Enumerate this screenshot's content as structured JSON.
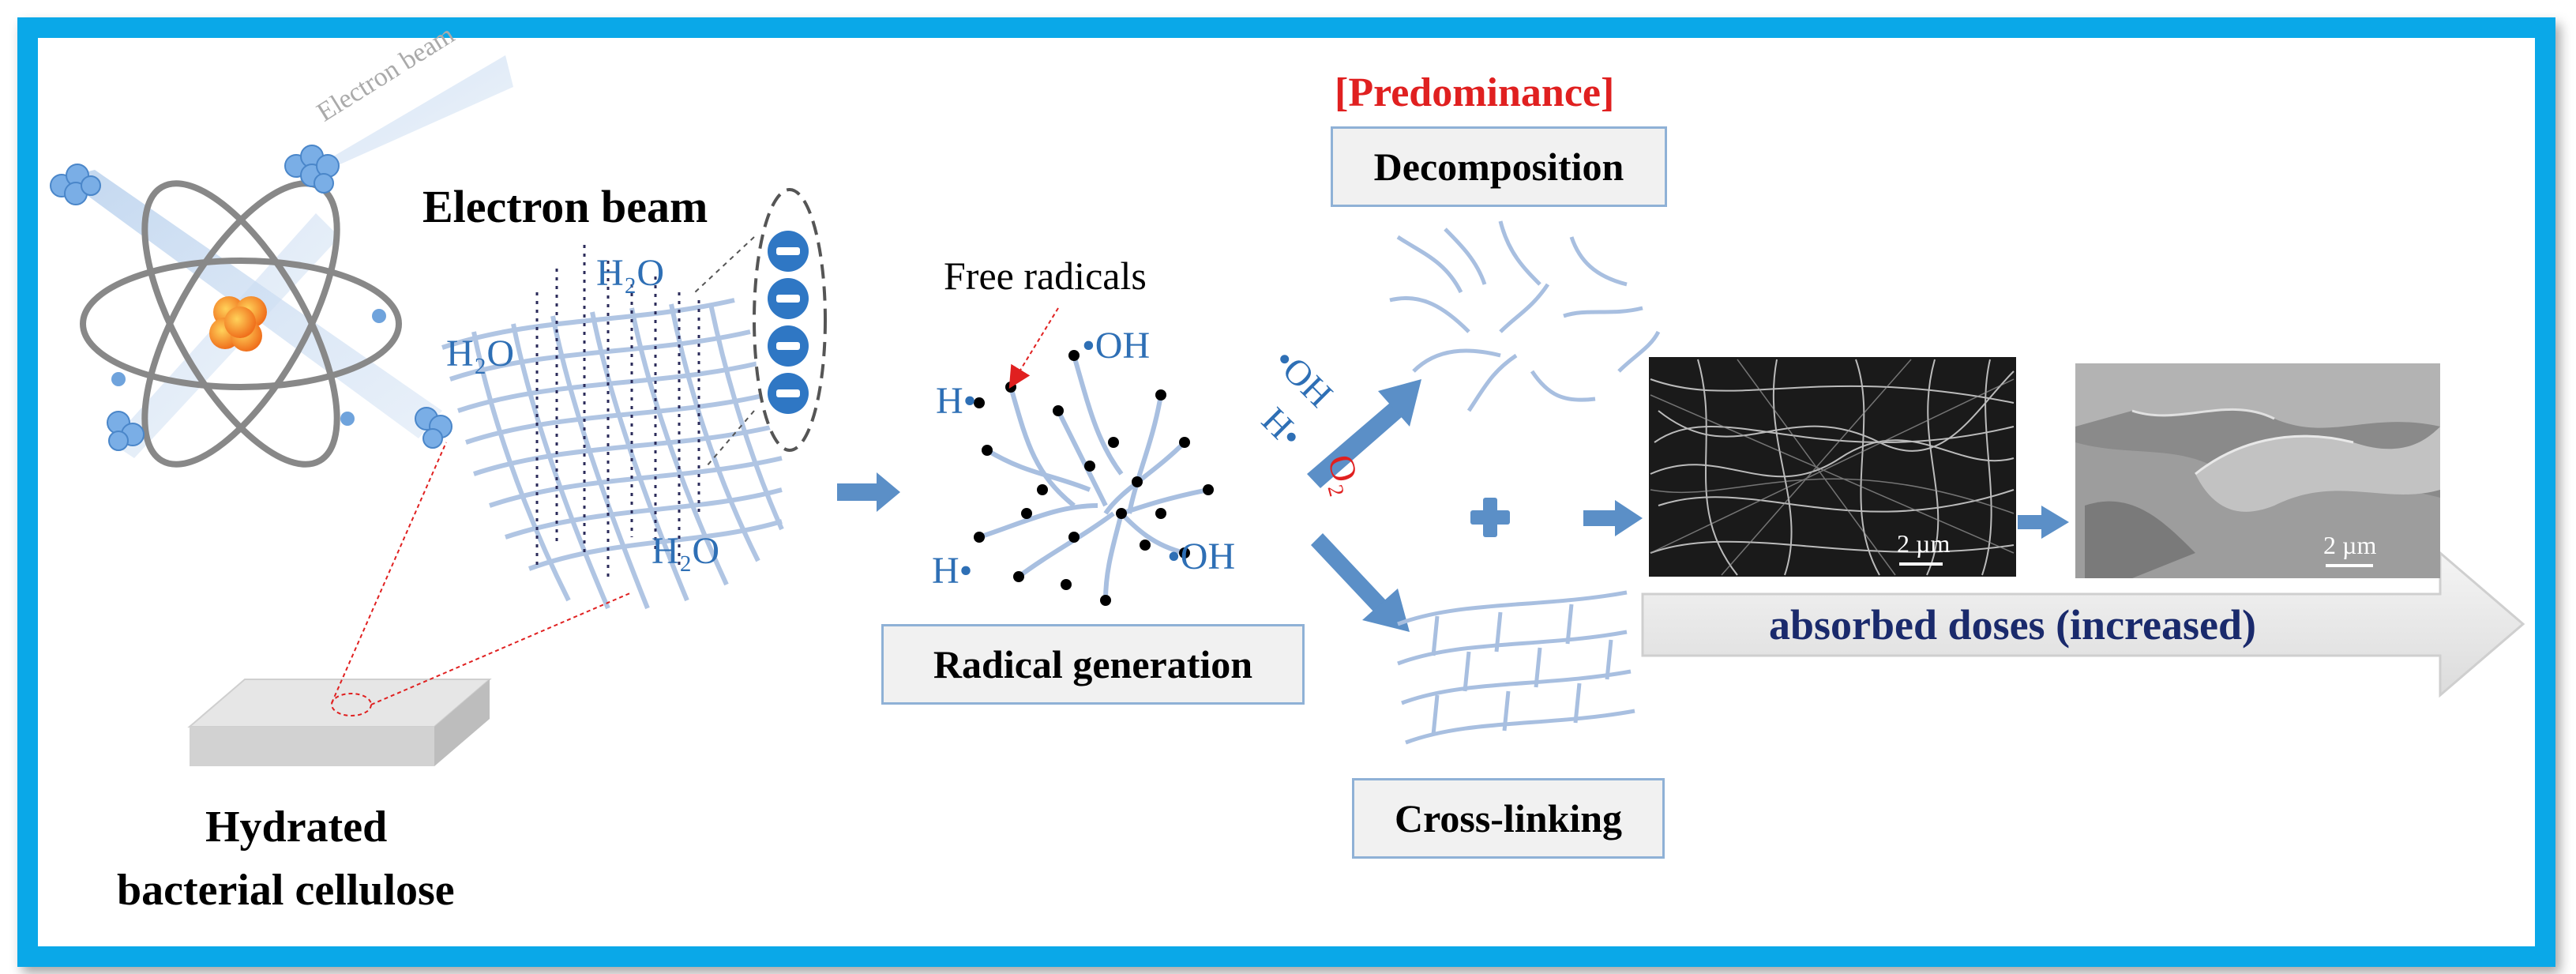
{
  "labels": {
    "electron_beam_diag": "Electron beam",
    "electron_beam": "Electron beam",
    "water_1": "H₂O",
    "water_2": "H₂O",
    "water_3": "H₂O",
    "hydrated_line1": "Hydrated",
    "hydrated_line2": "bacterial cellulose",
    "free_radicals": "Free radicals",
    "oh_top": "•OH",
    "h_left_top": "H•",
    "h_left_bottom": "H•",
    "oh_right": "•OH",
    "radical_generation": "Radical generation",
    "predominance": "[Predominance]",
    "decomposition": "Decomposition",
    "cross_linking": "Cross-linking",
    "oh_arrow": "•OH",
    "h_arrow": "H•",
    "o2": "O₂",
    "plus": "+",
    "scale_1": "2 µm",
    "scale_2": "2 µm",
    "absorbed_doses": "absorbed doses (increased)"
  },
  "colors": {
    "frame": "#0aa8e8",
    "fiber": "#a8bfe0",
    "text_blue": "#2e6fb5",
    "arrow": "#5b8fc7",
    "highlight_red": "#e02020",
    "dose_text": "#1a2a6c"
  },
  "icons": {
    "atom": "atom-icon",
    "electron": "electron-minus-icon",
    "plus": "plus-icon"
  }
}
